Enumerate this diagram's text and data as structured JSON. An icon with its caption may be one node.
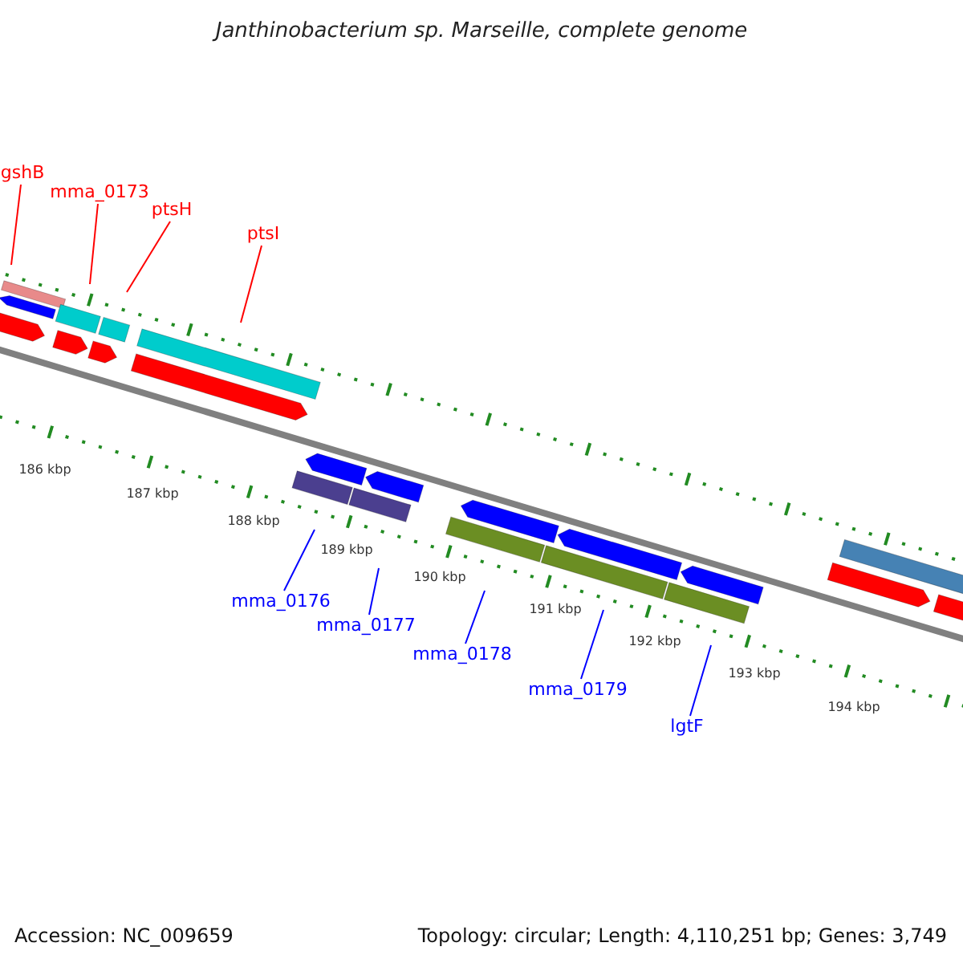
{
  "diagram": {
    "title": "Janthinobacterium sp. Marseille, complete genome",
    "nodes": [
      {
        "text": [
          "gshB"
        ]
      },
      {
        "text": [
          "mma_0173"
        ]
      },
      {
        "text": [
          "ptsH"
        ]
      },
      {
        "text": [
          "ptsI"
        ]
      },
      {
        "text": [
          "mma_0176"
        ]
      },
      {
        "text": [
          "mma_0177"
        ]
      },
      {
        "text": [
          "mma_0178"
        ]
      },
      {
        "text": [
          "mma_0179"
        ]
      },
      {
        "text": [
          "lgtF"
        ]
      }
    ],
    "edges": [
      {
        "from": 0,
        "to": null,
        "arrow": "none",
        "color": "#ff0000"
      },
      {
        "from": 1,
        "to": null,
        "arrow": "none",
        "color": "#ff0000"
      },
      {
        "from": 2,
        "to": null,
        "arrow": "none",
        "color": "#ff0000"
      },
      {
        "from": 3,
        "to": null,
        "arrow": "none",
        "color": "#ff0000"
      },
      {
        "from": 4,
        "to": null,
        "arrow": "none"
      },
      {
        "from": 5,
        "to": null,
        "arrow": "none"
      },
      {
        "from": 6,
        "to": null,
        "arrow": "none"
      },
      {
        "from": 7,
        "to": null,
        "arrow": "none"
      },
      {
        "from": 8,
        "to": null,
        "arrow": "none"
      }
    ],
    "labels": [
      "186 kbp",
      "187 kbp",
      "188 kbp",
      "189 kbp",
      "190 kbp",
      "191 kbp",
      "192 kbp",
      "193 kbp",
      "194 kbp",
      "Accession: NC_009659",
      "Topology: circular; Length: 4,110,251 bp; Genes: 3,749"
    ]
  }
}
